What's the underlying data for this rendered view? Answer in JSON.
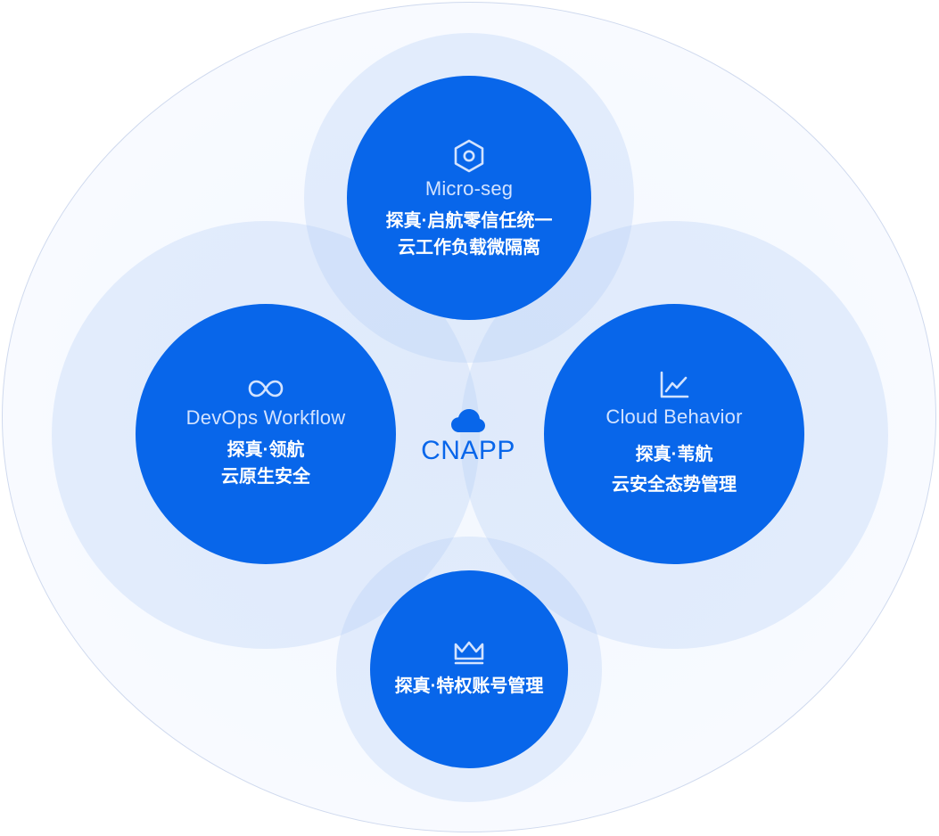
{
  "colors": {
    "core_blue": "#0866ea",
    "halo_blue": "#adc8f4",
    "outer_bg": "#f5f8fe",
    "outer_border": "#cfd9ee",
    "en_label": "#d3e3ff",
    "center_text": "#0866ea"
  },
  "center": {
    "icon": "cloud-icon",
    "title": "CNAPP"
  },
  "nodes": {
    "top": {
      "icon": "hexagon-target-icon",
      "en": "Micro-seg",
      "zh": [
        "探真·启航零信任统一",
        "云工作负载微隔离"
      ]
    },
    "left": {
      "icon": "infinity-loop-icon",
      "en": "DevOps Workflow",
      "zh": [
        "探真·领航",
        "云原生安全"
      ]
    },
    "right": {
      "icon": "line-chart-icon",
      "en": "Cloud Behavior",
      "zh": [
        "探真·苇航",
        "云安全态势管理"
      ]
    },
    "bottom": {
      "icon": "crown-icon",
      "zh": [
        "探真·特权账号管理"
      ]
    }
  }
}
